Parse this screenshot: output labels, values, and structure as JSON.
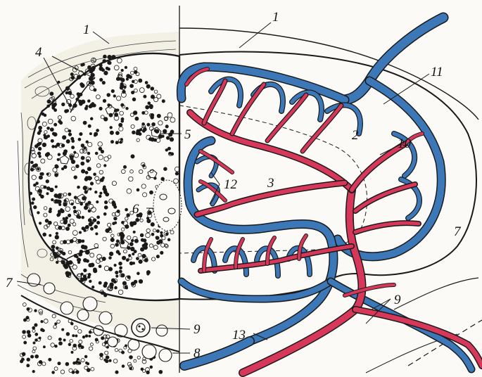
{
  "figure": {
    "colors": {
      "artery": "#d7385a",
      "vein": "#3c77b8",
      "outline": "#1a1a1a",
      "cell": "#1a1a1a",
      "paper": "#fbfaf6"
    },
    "labels": [
      {
        "id": "l1a",
        "text": "1"
      },
      {
        "id": "l1b",
        "text": "1"
      },
      {
        "id": "l4",
        "text": "4"
      },
      {
        "id": "l5",
        "text": "5"
      },
      {
        "id": "l6",
        "text": "6"
      },
      {
        "id": "l7a",
        "text": "7"
      },
      {
        "id": "l7b",
        "text": "7"
      },
      {
        "id": "l8",
        "text": "8"
      },
      {
        "id": "l9a",
        "text": "9"
      },
      {
        "id": "l9b",
        "text": "9"
      },
      {
        "id": "l2",
        "text": "2"
      },
      {
        "id": "l3",
        "text": "3"
      },
      {
        "id": "l10",
        "text": "10"
      },
      {
        "id": "l11",
        "text": "11"
      },
      {
        "id": "l12",
        "text": "12"
      },
      {
        "id": "l13",
        "text": "13"
      }
    ]
  }
}
